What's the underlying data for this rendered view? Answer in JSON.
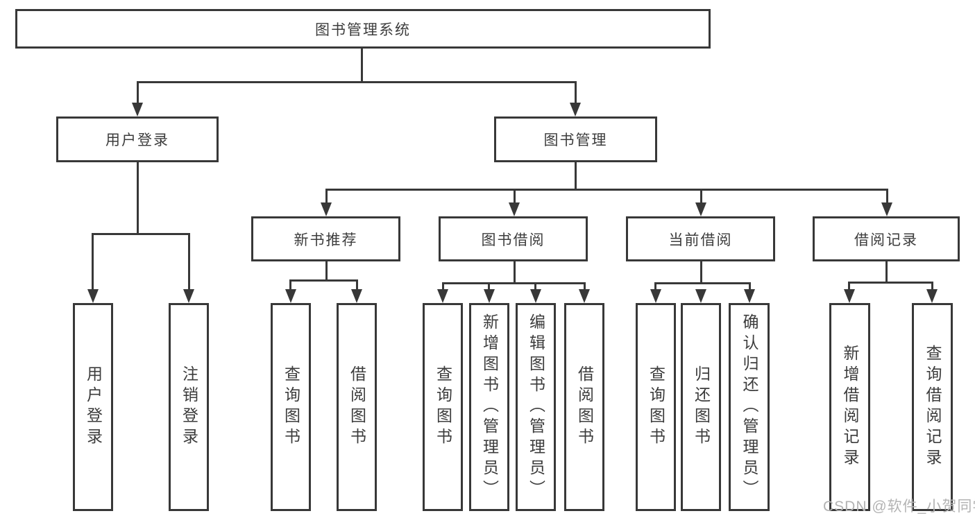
{
  "diagram_title": "图书管理系统",
  "tree": {
    "root": {
      "label": "图书管理系统",
      "children": [
        {
          "label": "用户登录",
          "children": [
            {
              "label": "用户登录"
            },
            {
              "label": "注销登录"
            }
          ]
        },
        {
          "label": "图书管理",
          "children": [
            {
              "label": "新书推荐",
              "children": [
                {
                  "label": "查询图书"
                },
                {
                  "label": "借阅图书"
                }
              ]
            },
            {
              "label": "图书借阅",
              "children": [
                {
                  "label": "查询图书"
                },
                {
                  "label": "新增图书（管理员）"
                },
                {
                  "label": "编辑图书（管理员）"
                },
                {
                  "label": "借阅图书"
                }
              ]
            },
            {
              "label": "当前借阅",
              "children": [
                {
                  "label": "查询图书"
                },
                {
                  "label": "归还图书"
                },
                {
                  "label": "确认归还（管理员）"
                }
              ]
            },
            {
              "label": "借阅记录",
              "children": [
                {
                  "label": "新增借阅记录"
                },
                {
                  "label": "查询借阅记录"
                }
              ]
            }
          ]
        }
      ]
    }
  },
  "watermark": "CSDN @软件_小贺同学",
  "colors": {
    "line": "#383838",
    "text": "#3c3c3c",
    "background": "#ffffff",
    "watermark": "#b3b3b3"
  }
}
